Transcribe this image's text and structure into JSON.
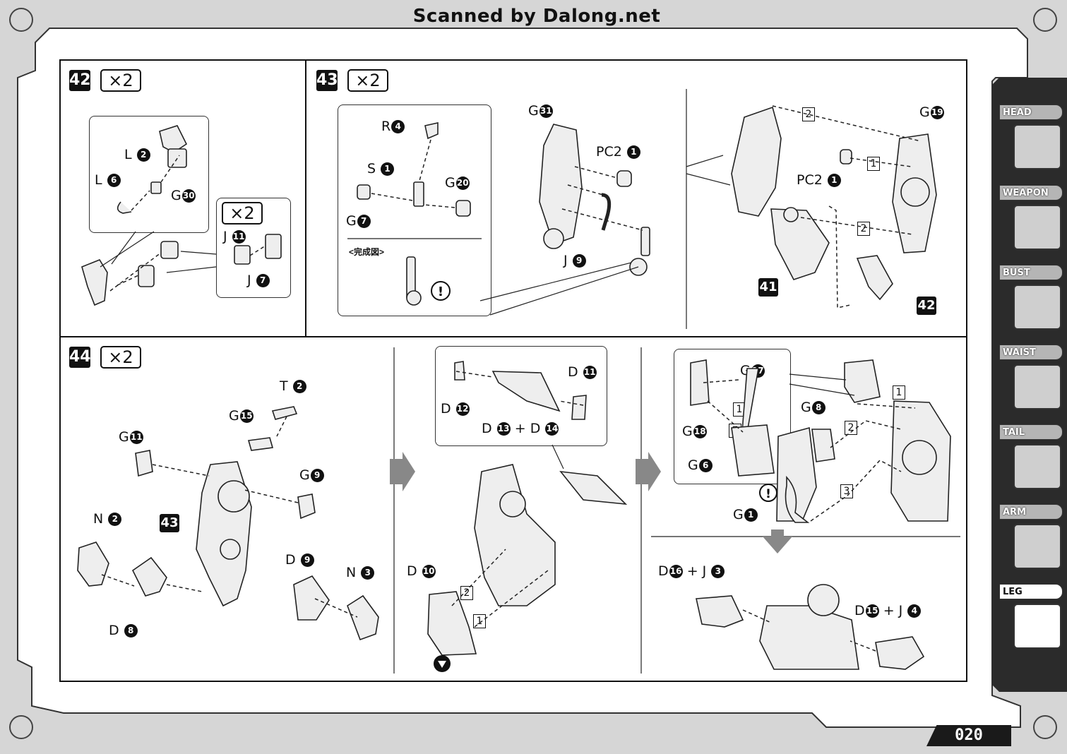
{
  "header": {
    "scan_credit": "Scanned by Dalong.net"
  },
  "steps": [
    {
      "number": "42",
      "multiplier": "×2",
      "labels": [
        "L",
        "L",
        "G",
        "J",
        "J"
      ],
      "numbers": [
        "2",
        "6",
        "30",
        "11",
        "7"
      ],
      "sub_multiplier": "×2"
    },
    {
      "number": "43",
      "multiplier": "×2",
      "labels": [
        "R",
        "S",
        "G",
        "G",
        "G",
        "PC2",
        "J",
        "G",
        "PC2"
      ],
      "numbers": [
        "4",
        "1",
        "20",
        "7",
        "31",
        "1",
        "9",
        "19",
        "1"
      ],
      "finished": "<完成図>",
      "callouts": [
        "41",
        "42"
      ]
    },
    {
      "number": "44",
      "multiplier": "×2",
      "labels": [
        "T",
        "G",
        "G",
        "G",
        "N",
        "D",
        "D",
        "N",
        "D",
        "D",
        "D",
        "D",
        "D",
        "G",
        "G",
        "G",
        "G",
        "G",
        "D",
        "J",
        "D",
        "J"
      ],
      "numbers": [
        "2",
        "15",
        "11",
        "9",
        "2",
        "9",
        "8",
        "3",
        "10",
        "12",
        "11",
        "13",
        "14",
        "17",
        "8",
        "18",
        "6",
        "1",
        "16",
        "3",
        "15",
        "4"
      ],
      "plus": "+",
      "ref": "43",
      "sequence": [
        "1",
        "2",
        "3"
      ]
    }
  ],
  "sidebar": {
    "tabs": [
      "HEAD",
      "WEAPON",
      "BUST",
      "WAIST",
      "TAIL",
      "ARM",
      "LEG"
    ],
    "active": "LEG"
  },
  "footer": {
    "page_number": "020"
  }
}
